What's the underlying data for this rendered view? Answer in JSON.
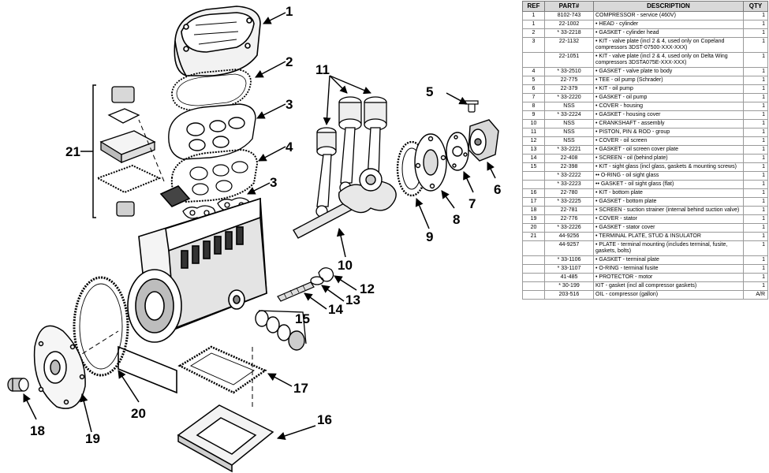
{
  "callouts": {
    "c1": "1",
    "c2": "2",
    "c3": "3",
    "c3b": "3",
    "c4": "4",
    "c5": "5",
    "c6": "6",
    "c7": "7",
    "c8": "8",
    "c9": "9",
    "c10": "10",
    "c11": "11",
    "c12": "12",
    "c13": "13",
    "c14": "14",
    "c15": "15",
    "c16": "16",
    "c17": "17",
    "c18": "18",
    "c19": "19",
    "c20": "20",
    "c21": "21"
  },
  "table": {
    "headers": {
      "ref": "REF",
      "part": "PART#",
      "desc": "DESCRIPTION",
      "qty": "QTY"
    },
    "rows": [
      {
        "ref": "1",
        "part": "8102-743",
        "desc": "COMPRESSOR - service (460V)",
        "qty": "1"
      },
      {
        "ref": "1",
        "part": "22-1002",
        "desc": "• HEAD - cylinder",
        "qty": "1"
      },
      {
        "ref": "2",
        "part": "* 33-2218",
        "desc": "• GASKET - cylinder head",
        "qty": "1"
      },
      {
        "ref": "3",
        "part": "22-1132",
        "desc": "• KIT - valve plate (incl 2 & 4, used only on Copeland compressors 3DST-07500-XXX-XXX)",
        "qty": "1"
      },
      {
        "ref": "",
        "part": "22-1051",
        "desc": "• KIT - valve plate (incl 2 & 4, used only on Delta Wing compressors 3DSTA075E-XXX-XXX)",
        "qty": "1"
      },
      {
        "ref": "4",
        "part": "* 33-2510",
        "desc": "• GASKET - valve plate to body",
        "qty": "1"
      },
      {
        "ref": "5",
        "part": "22-775",
        "desc": "• TEE - oil pump (Schrader)",
        "qty": "1"
      },
      {
        "ref": "6",
        "part": "22-379",
        "desc": "• KIT - oil pump",
        "qty": "1"
      },
      {
        "ref": "7",
        "part": "* 33-2220",
        "desc": "• GASKET - oil pump",
        "qty": "1"
      },
      {
        "ref": "8",
        "part": "NSS",
        "desc": "• COVER - housing",
        "qty": "1"
      },
      {
        "ref": "9",
        "part": "* 33-2224",
        "desc": "• GASKET - housing cover",
        "qty": "1"
      },
      {
        "ref": "10",
        "part": "NSS",
        "desc": "• CRANKSHAFT - assembly",
        "qty": "1"
      },
      {
        "ref": "11",
        "part": "NSS",
        "desc": "• PISTON, PIN & ROD - group",
        "qty": "1"
      },
      {
        "ref": "12",
        "part": "NSS",
        "desc": "• COVER - oil screen",
        "qty": "1"
      },
      {
        "ref": "13",
        "part": "* 33-2221",
        "desc": "• GASKET - oil screen cover plate",
        "qty": "1"
      },
      {
        "ref": "14",
        "part": "22-408",
        "desc": "• SCREEN - oil (behind plate)",
        "qty": "1"
      },
      {
        "ref": "15",
        "part": "22-398",
        "desc": "• KIT - sight glass (incl glass, gaskets & mounting screws)",
        "qty": "1"
      },
      {
        "ref": "",
        "part": "* 33-2222",
        "desc": "•• O-RING - oil sight glass",
        "qty": "1"
      },
      {
        "ref": "",
        "part": "* 33-2223",
        "desc": "•• GASKET - oil sight glass (flat)",
        "qty": "1"
      },
      {
        "ref": "16",
        "part": "22-780",
        "desc": "• KIT - bottom plate",
        "qty": "1"
      },
      {
        "ref": "17",
        "part": "* 33-2225",
        "desc": "• GASKET - bottom plate",
        "qty": "1"
      },
      {
        "ref": "18",
        "part": "22-781",
        "desc": "• SCREEN - suction strainer (internal behind suction valve)",
        "qty": "1"
      },
      {
        "ref": "19",
        "part": "22-776",
        "desc": "• COVER - stator",
        "qty": "1"
      },
      {
        "ref": "20",
        "part": "* 33-2226",
        "desc": "• GASKET - stator cover",
        "qty": "1"
      },
      {
        "ref": "21",
        "part": "44-9256",
        "desc": "• TERMINAL PLATE, STUD & INSULATOR",
        "qty": "1"
      },
      {
        "ref": "",
        "part": "44-9257",
        "desc": "• PLATE - terminal mounting (includes terminal, fusite, gaskets, bolts)",
        "qty": "1"
      },
      {
        "ref": "",
        "part": "* 33-1106",
        "desc": "• GASKET - terminal plate",
        "qty": "1"
      },
      {
        "ref": "",
        "part": "* 33-1107",
        "desc": "• O-RING - terminal fusite",
        "qty": "1"
      },
      {
        "ref": "",
        "part": "41-485",
        "desc": "• PROTECTOR - motor",
        "qty": "1"
      },
      {
        "ref": "",
        "part": "* 30-199",
        "desc": "KIT - gasket (incl all compressor gaskets)",
        "qty": "1"
      },
      {
        "ref": "",
        "part": "203-516",
        "desc": "OIL - compressor (gallon)",
        "qty": "A/R"
      }
    ]
  }
}
